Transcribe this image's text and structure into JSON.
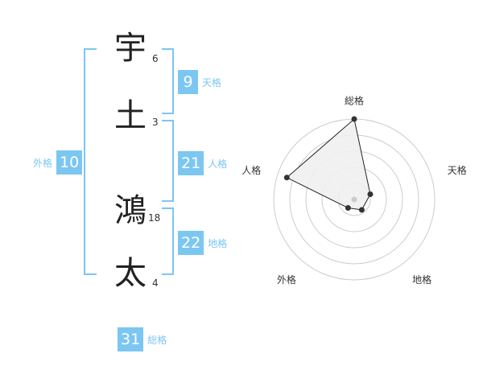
{
  "name_chars": [
    {
      "char": "宇",
      "strokes": "6"
    },
    {
      "char": "土",
      "strokes": "3"
    },
    {
      "char": "鴻",
      "strokes": "18"
    },
    {
      "char": "太",
      "strokes": "4"
    }
  ],
  "scores": {
    "tenkaku": {
      "value": "9",
      "label": "天格"
    },
    "jinkaku": {
      "value": "21",
      "label": "人格"
    },
    "chikaku": {
      "value": "22",
      "label": "地格"
    },
    "gaikaku": {
      "value": "10",
      "label": "外格"
    },
    "soukaku": {
      "value": "31",
      "label": "総格"
    }
  },
  "colors": {
    "accent": "#7cc6f2",
    "ring": "#cccccc",
    "fill": "#f0f0f0"
  },
  "chart_data": {
    "type": "radar",
    "axes": [
      "総格",
      "天格",
      "地格",
      "外格",
      "人格"
    ],
    "values": [
      1.0,
      0.21,
      0.16,
      0.13,
      0.88
    ],
    "rmax": 1.0,
    "rings": 5
  }
}
